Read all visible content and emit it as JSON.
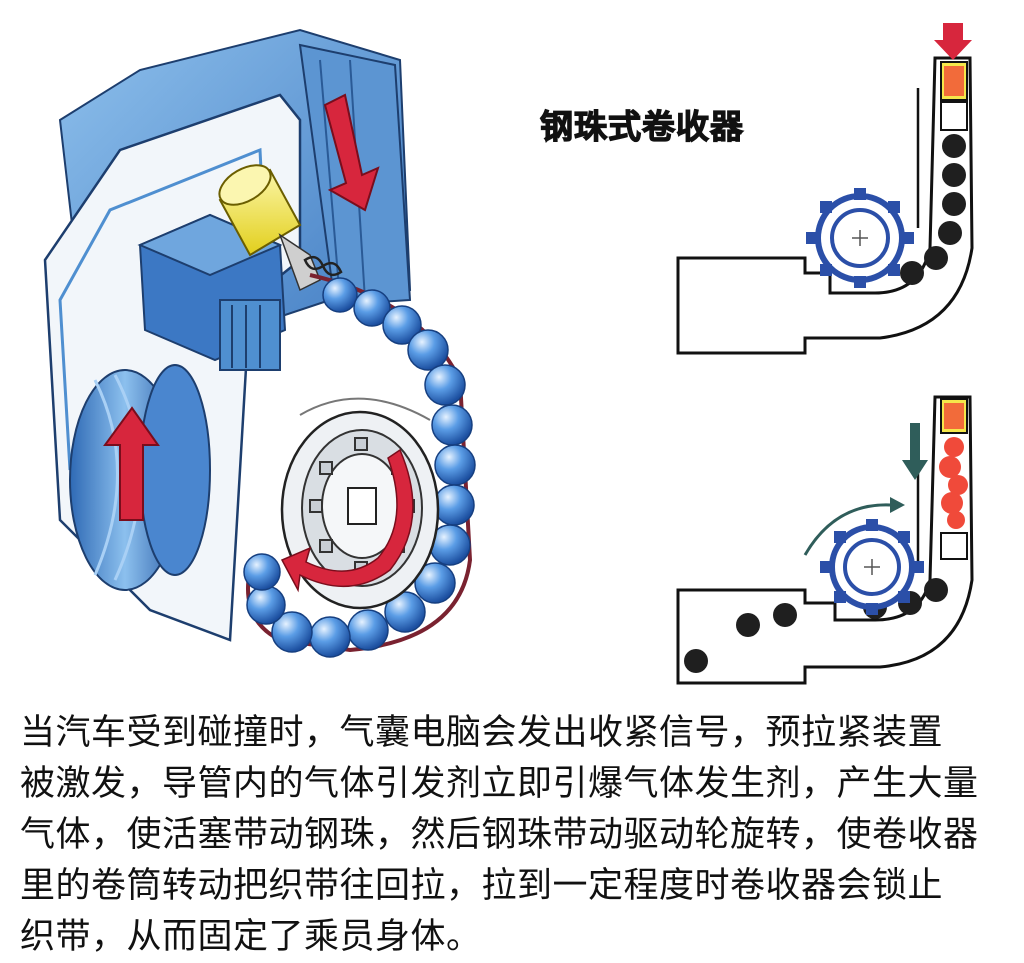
{
  "title": "钢珠式卷收器",
  "caption": {
    "lines": [
      "当汽车受到碰撞时，气囊电脑会发出收紧信号，预拉紧装置",
      "被激发，导管内的气体引发剂立即引爆气体发生剂，产生大量",
      "气体，使活塞带动钢珠，然后钢珠带动驱动轮旋转，使卷收器",
      "里的卷筒转动把织带往回拉，拉到一定程度时卷收器会锁止",
      "织带，从而固定了乘员身体。"
    ]
  },
  "colors": {
    "housing_blue": "#4f8fd0",
    "housing_light": "#d7e9f8",
    "ball_blue": "#3d7fd6",
    "arrow_red": "#d7263d",
    "piston_yellow": "#f5e74a",
    "gas_orange": "#f26b3a",
    "arrow_teal": "#2f5d5a"
  },
  "icons": [
    "down-arrow-icon",
    "up-arrow-icon",
    "rotation-arrow-icon"
  ]
}
